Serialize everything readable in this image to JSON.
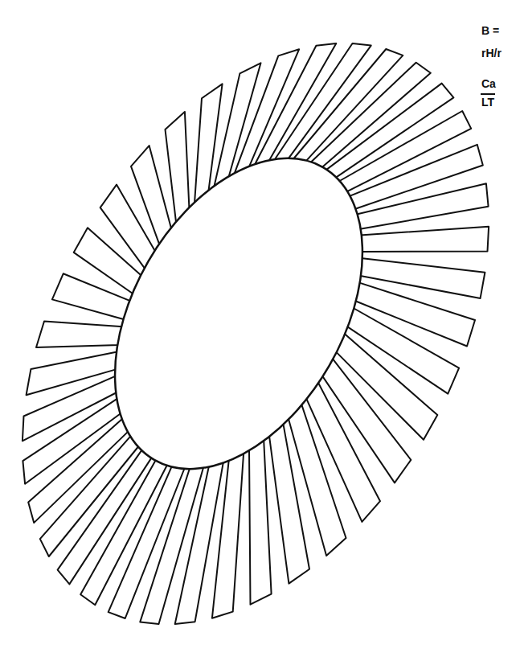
{
  "diagram": {
    "labels": [
      "B =",
      "rH/r",
      "Ca",
      "LT"
    ]
  }
}
